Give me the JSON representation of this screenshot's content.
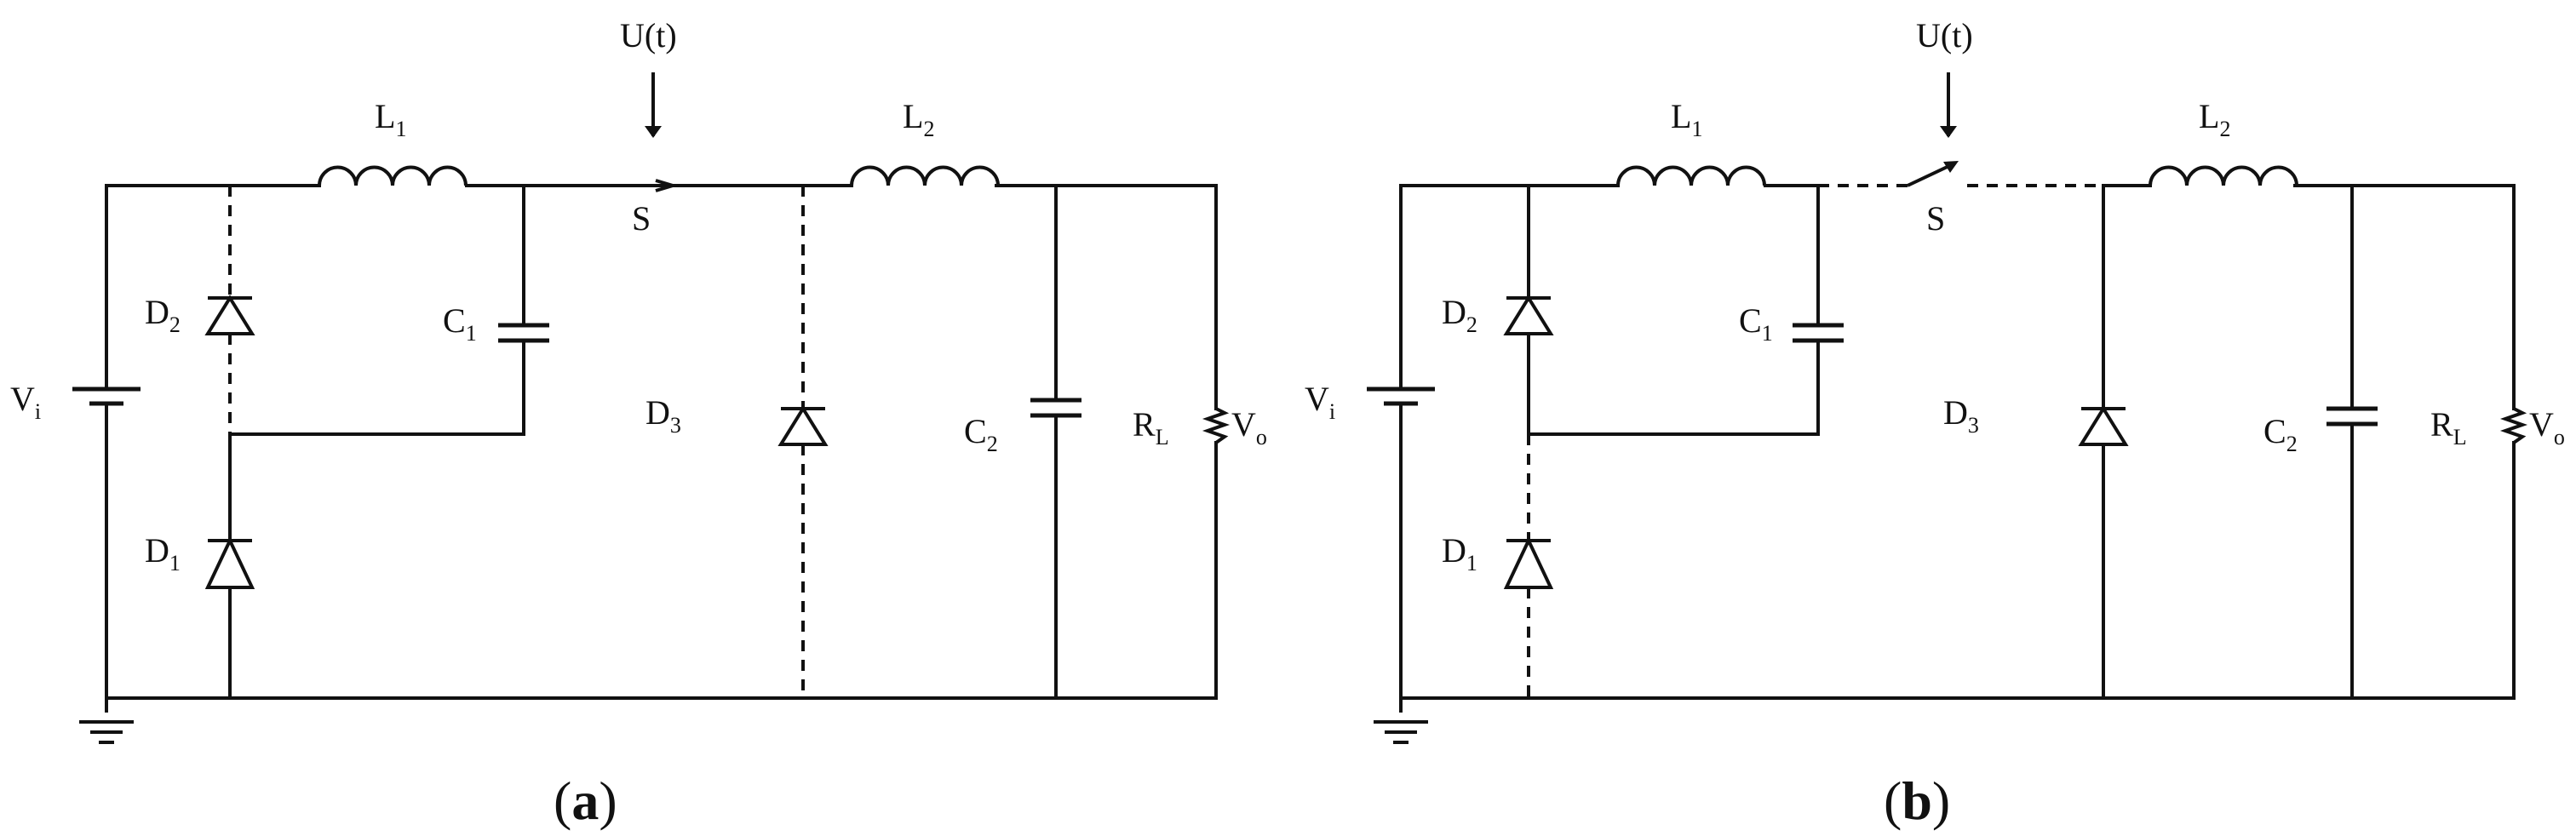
{
  "panels": [
    {
      "id": "a",
      "caption": {
        "open": "(",
        "letter": "a",
        "close": ")"
      },
      "labels": {
        "input": "U(t)",
        "L1": {
          "main": "L",
          "sub": "1"
        },
        "L2": {
          "main": "L",
          "sub": "2"
        },
        "switch": "S",
        "C1": {
          "main": "C",
          "sub": "1"
        },
        "C2": {
          "main": "C",
          "sub": "2"
        },
        "D1": {
          "main": "D",
          "sub": "1"
        },
        "D2": {
          "main": "D",
          "sub": "2"
        },
        "D3": {
          "main": "D",
          "sub": "3"
        },
        "Vi": {
          "main": "V",
          "sub": "i"
        },
        "RL": {
          "main": "R",
          "sub": "L"
        },
        "Vo": {
          "main": "V",
          "sub": "o"
        }
      }
    },
    {
      "id": "b",
      "caption": {
        "open": "(",
        "letter": "b",
        "close": ")"
      },
      "labels": {
        "input": "U(t)",
        "L1": {
          "main": "L",
          "sub": "1"
        },
        "L2": {
          "main": "L",
          "sub": "2"
        },
        "switch": "S",
        "C1": {
          "main": "C",
          "sub": "1"
        },
        "C2": {
          "main": "C",
          "sub": "2"
        },
        "D1": {
          "main": "D",
          "sub": "1"
        },
        "D2": {
          "main": "D",
          "sub": "2"
        },
        "D3": {
          "main": "D",
          "sub": "3"
        },
        "Vi": {
          "main": "V",
          "sub": "i"
        },
        "RL": {
          "main": "R",
          "sub": "L"
        },
        "Vo": {
          "main": "V",
          "sub": "o"
        }
      }
    }
  ],
  "colors": {
    "wire": "#111111",
    "background": "#ffffff"
  }
}
